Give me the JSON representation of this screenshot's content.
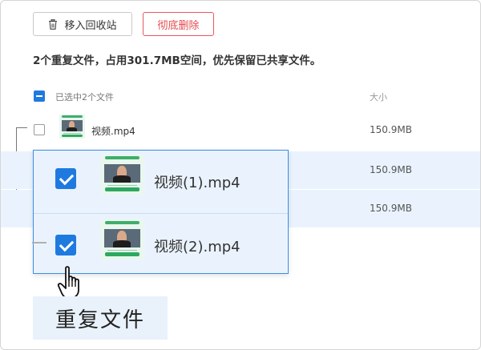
{
  "toolbar": {
    "recycle_label": "移入回收站",
    "delete_label": "彻底删除"
  },
  "summary": "2个重复文件，占用301.7MB空间，优先保留已共享文件。",
  "header": {
    "selected_text": "已选中2个文件",
    "size_label": "大小"
  },
  "rows": [
    {
      "name": "视频.mp4",
      "size": "150.9MB",
      "checked": false
    },
    {
      "name": "视频(1).mp4",
      "size": "150.9MB",
      "checked": true
    },
    {
      "name": "视频(2).mp4",
      "size": "150.9MB",
      "checked": true
    }
  ],
  "zoom": {
    "items": [
      {
        "name": "视频(1).mp4",
        "checked": true
      },
      {
        "name": "视频(2).mp4",
        "checked": true
      }
    ]
  },
  "caption": "重复文件",
  "colors": {
    "accent": "#1f7ae0",
    "danger": "#e5484d",
    "selected_row": "#eaf3fd"
  }
}
